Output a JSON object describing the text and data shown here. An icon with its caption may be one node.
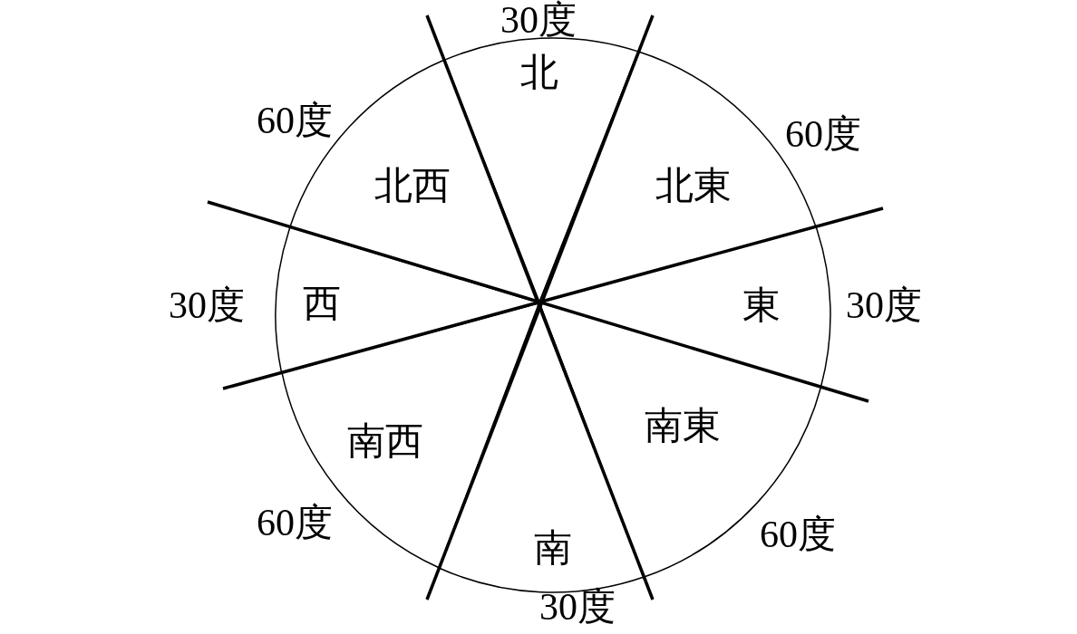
{
  "diagram": {
    "nodes": [
      {
        "text": [
          "北"
        ],
        "beside": [
          "30度"
        ]
      },
      {
        "text": [
          "北西"
        ],
        "beside": [
          "60度"
        ]
      },
      {
        "text": [
          "北東"
        ],
        "beside": [
          "60度"
        ]
      },
      {
        "text": [
          "西"
        ],
        "beside": [
          "30度"
        ]
      },
      {
        "text": [
          "東"
        ],
        "beside": [
          "30度"
        ]
      },
      {
        "text": [
          "南西"
        ],
        "beside": [
          "60度"
        ]
      },
      {
        "text": [
          "南東"
        ],
        "beside": [
          "60度"
        ]
      },
      {
        "text": [
          "南"
        ],
        "beside": [
          "30度"
        ]
      }
    ]
  }
}
